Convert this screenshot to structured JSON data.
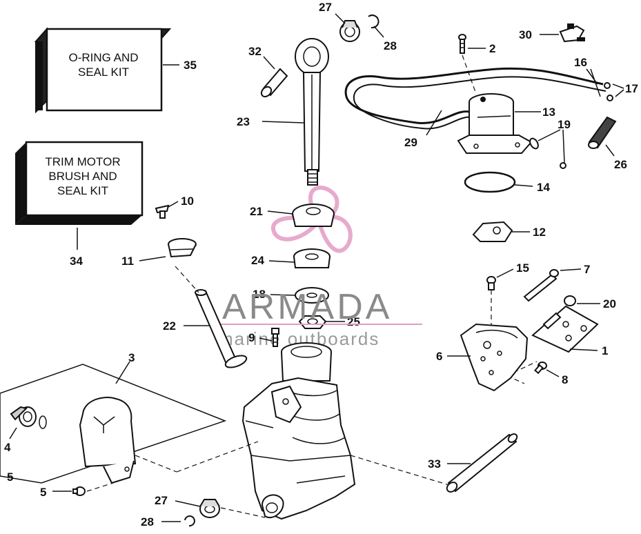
{
  "watermark": {
    "brand": "ARMADA",
    "tagline": "marine outboards",
    "accent_color": "#e39cc5"
  },
  "kits": {
    "seal_kit": {
      "line1": "O-RING AND",
      "line2": "SEAL KIT",
      "number": "35"
    },
    "brush_kit": {
      "line1": "TRIM MOTOR",
      "line2": "BRUSH AND",
      "line3": "SEAL KIT",
      "number": "34"
    }
  },
  "callouts": {
    "c1": "1",
    "c2": "2",
    "c3": "3",
    "c4": "4",
    "c5a": "5",
    "c5b": "5",
    "c6": "6",
    "c7": "7",
    "c8": "8",
    "c9": "9",
    "c10": "10",
    "c11": "11",
    "c12": "12",
    "c13": "13",
    "c14": "14",
    "c15": "15",
    "c16": "16",
    "c17": "17",
    "c18": "18",
    "c19": "19",
    "c20": "20",
    "c21": "21",
    "c22": "22",
    "c23": "23",
    "c24": "24",
    "c25": "25",
    "c26": "26",
    "c27a": "27",
    "c27b": "27",
    "c28a": "28",
    "c28b": "28",
    "c29": "29",
    "c30": "30",
    "c32": "32",
    "c33": "33"
  }
}
